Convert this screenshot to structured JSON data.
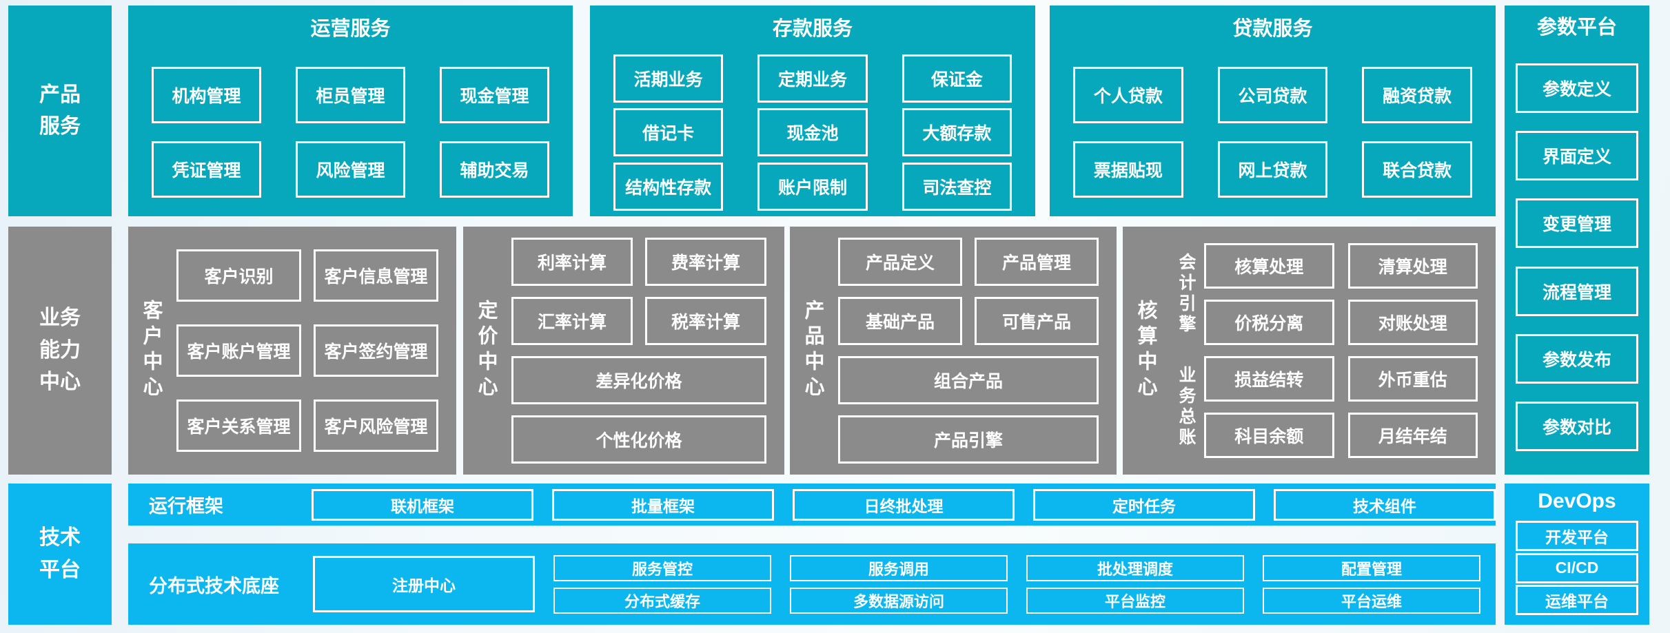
{
  "palette": {
    "teal": "#07a8bc",
    "gray": "#8b8b8b",
    "blue": "#0cb6ef",
    "text": "#ffffff",
    "background": "#f3f9fc"
  },
  "product_row": {
    "label": "产品服务",
    "sections": [
      {
        "title": "运营服务",
        "items": [
          "机构管理",
          "柜员管理",
          "现金管理",
          "凭证管理",
          "风险管理",
          "辅助交易"
        ]
      },
      {
        "title": "存款服务",
        "items": [
          "活期业务",
          "定期业务",
          "保证金",
          "借记卡",
          "现金池",
          "大额存款",
          "结构性存款",
          "账户限制",
          "司法查控"
        ]
      },
      {
        "title": "贷款服务",
        "items": [
          "个人贷款",
          "公司贷款",
          "融资贷款",
          "票据贴现",
          "网上贷款",
          "联合贷款"
        ]
      }
    ]
  },
  "param_platform": {
    "title": "参数平台",
    "items": [
      "参数定义",
      "界面定义",
      "变更管理",
      "流程管理",
      "参数发布",
      "参数对比"
    ]
  },
  "business_row": {
    "label": "业务能力中心",
    "customer_center": {
      "label": "客户中心",
      "items": [
        "客户识别",
        "客户信息管理",
        "客户账户管理",
        "客户签约管理",
        "客户关系管理",
        "客户风险管理"
      ]
    },
    "pricing_center": {
      "label": "定价中心",
      "small_items": [
        "利率计算",
        "费率计算",
        "汇率计算",
        "税率计算"
      ],
      "wide_items": [
        "差异化价格",
        "个性化价格"
      ]
    },
    "product_center": {
      "label": "产品中心",
      "small_items": [
        "产品定义",
        "产品管理",
        "基础产品",
        "可售产品"
      ],
      "wide_items": [
        "组合产品",
        "产品引擎"
      ]
    },
    "accounting_center": {
      "label": "核算中心",
      "groups": [
        {
          "label": "会计引擎",
          "items": [
            "核算处理",
            "清算处理",
            "价税分离",
            "对账处理"
          ]
        },
        {
          "label": "业务总账",
          "items": [
            "损益结转",
            "外币重估",
            "科目余额",
            "月结年结"
          ]
        }
      ]
    }
  },
  "tech_row": {
    "label": "技术平台",
    "runtime_framework": {
      "label": "运行框架",
      "items": [
        "联机框架",
        "批量框架",
        "日终批处理",
        "定时任务",
        "技术组件"
      ]
    },
    "distributed_base": {
      "label": "分布式技术底座",
      "registry": "注册中心",
      "items": [
        "服务管控",
        "服务调用",
        "批处理调度",
        "配置管理",
        "分布式缓存",
        "多数据源访问",
        "平台监控",
        "平台运维"
      ]
    },
    "devops": {
      "title": "DevOps",
      "items": [
        "开发平台",
        "CI/CD",
        "运维平台"
      ]
    }
  }
}
